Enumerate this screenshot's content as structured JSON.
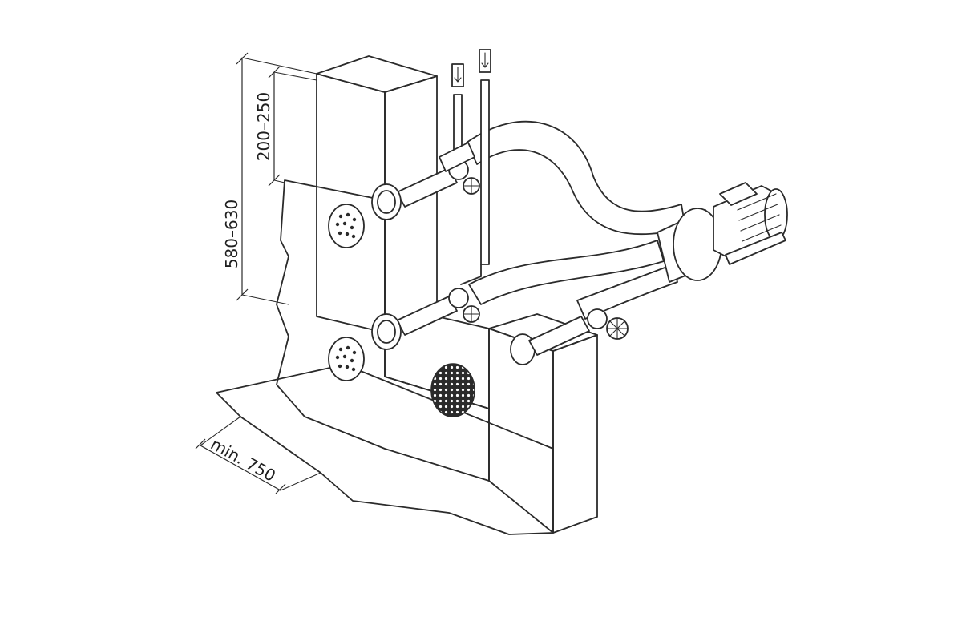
{
  "dimensions": {
    "total_height": "580–630",
    "upper_height": "200–250",
    "min_depth": "min. 750"
  },
  "components": {
    "jets": 2,
    "suction_grate": 1,
    "valves": 3,
    "air_tubes": 2,
    "hoses": 2,
    "pump": 1
  },
  "colors": {
    "line": "#2b2b2b",
    "fill": "#ffffff"
  }
}
